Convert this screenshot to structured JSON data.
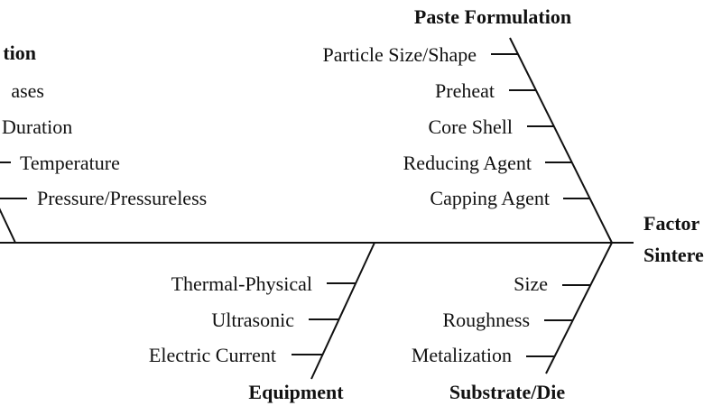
{
  "effect": {
    "line1": "Factor",
    "line2": "Sintere"
  },
  "categories": {
    "sintering_condition": {
      "title": "tion",
      "causes": [
        "ases",
        "Duration",
        "Temperature",
        "Pressure/Pressureless"
      ]
    },
    "paste_formulation": {
      "title": "Paste Formulation",
      "causes": [
        "Particle Size/Shape",
        "Preheat",
        "Core Shell",
        "Reducing Agent",
        "Capping Agent"
      ]
    },
    "equipment": {
      "title": "Equipment",
      "causes": [
        "Thermal-Physical",
        "Ultrasonic",
        "Electric Current"
      ]
    },
    "substrate_die": {
      "title": "Substrate/Die",
      "causes": [
        "Size",
        "Roughness",
        "Metalization"
      ]
    }
  }
}
